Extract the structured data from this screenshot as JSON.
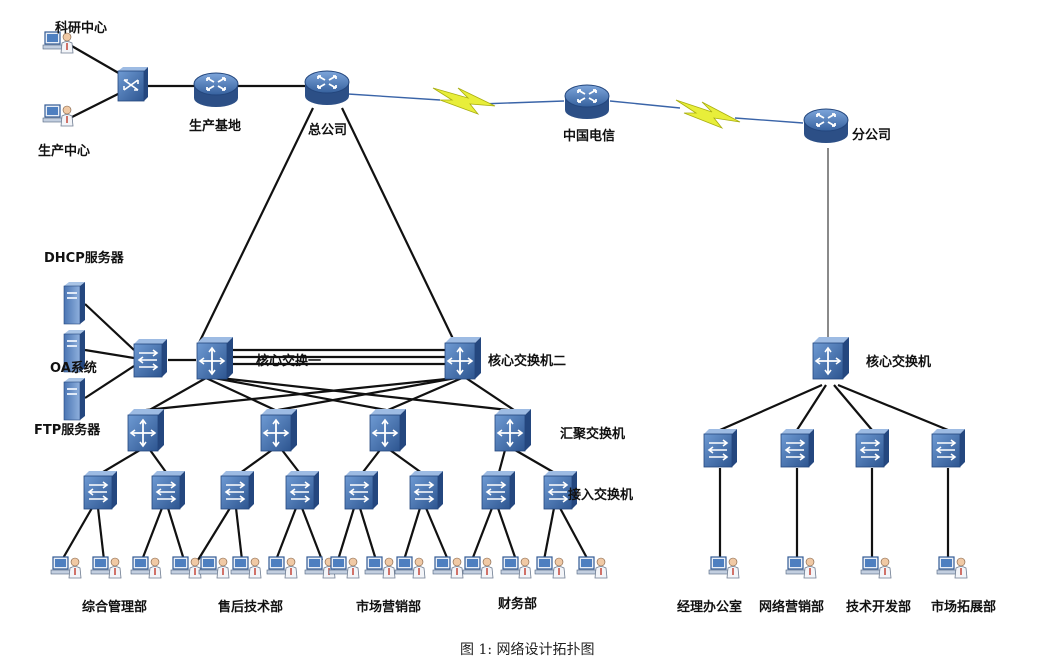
{
  "labels": {
    "research": "科研中心",
    "production_center": "生产中心",
    "production_base": "生产基地",
    "hq": "总公司",
    "telecom": "中国电信",
    "branch": "分公司",
    "dhcp": "DHCP服务器",
    "oa": "OA系统",
    "ftp": "FTP服务器",
    "core1": "核心交换一",
    "core2": "核心交换机二",
    "aggregation": "汇聚交换机",
    "access": "接入交换机",
    "branch_core": "核心交换机"
  },
  "departments": [
    "综合管理部",
    "售后技术部",
    "市场营销部",
    "财务部"
  ],
  "branch_departments": [
    "经理办公室",
    "网络营销部",
    "技术开发部",
    "市场拓展部"
  ],
  "caption": "图 1: 网络设计拓扑图",
  "colors": {
    "device_blue": "#3d6aa8",
    "wan_link": "#e8ee3a",
    "line": "#111111"
  }
}
